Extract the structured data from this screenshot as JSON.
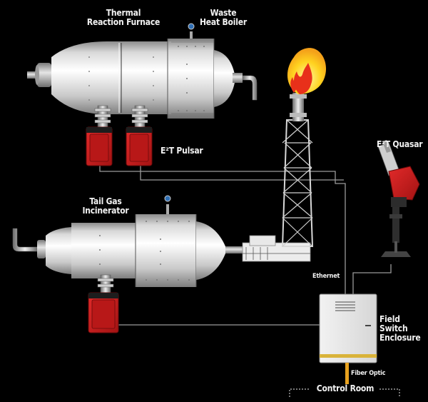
{
  "labels": {
    "thermal_reaction_furnace": "Thermal\nReaction Furnace",
    "waste_heat_boiler": "Waste\nHeat Boiler",
    "et_pulsar": "E²T Pulsar",
    "et_quasar": "E²T Quasar",
    "tail_gas_incinerator": "Tail Gas\nIncinerator",
    "ethernet": "Ethernet",
    "field_switch_enclosure": "Field Switch\nEnclosure",
    "fiber_optic": "Fiber Optic",
    "control_room": "Control Room"
  },
  "colors": {
    "background": "#000000",
    "vessel_light": "#f4f4f4",
    "vessel_dark": "#9a9a9a",
    "analyzer_red": "#cc1c1c",
    "cable": "#9a9a9a",
    "fiber_optic": "#e8a21e",
    "enclosure_stripe": "#d9b33a",
    "flame_outer": "#ffcf1f",
    "flame_inner": "#e8301a"
  },
  "icons": [
    "flame-icon",
    "pressure-gauge-icon",
    "analyzer-icon",
    "flare-stack-icon",
    "enclosure-icon"
  ]
}
